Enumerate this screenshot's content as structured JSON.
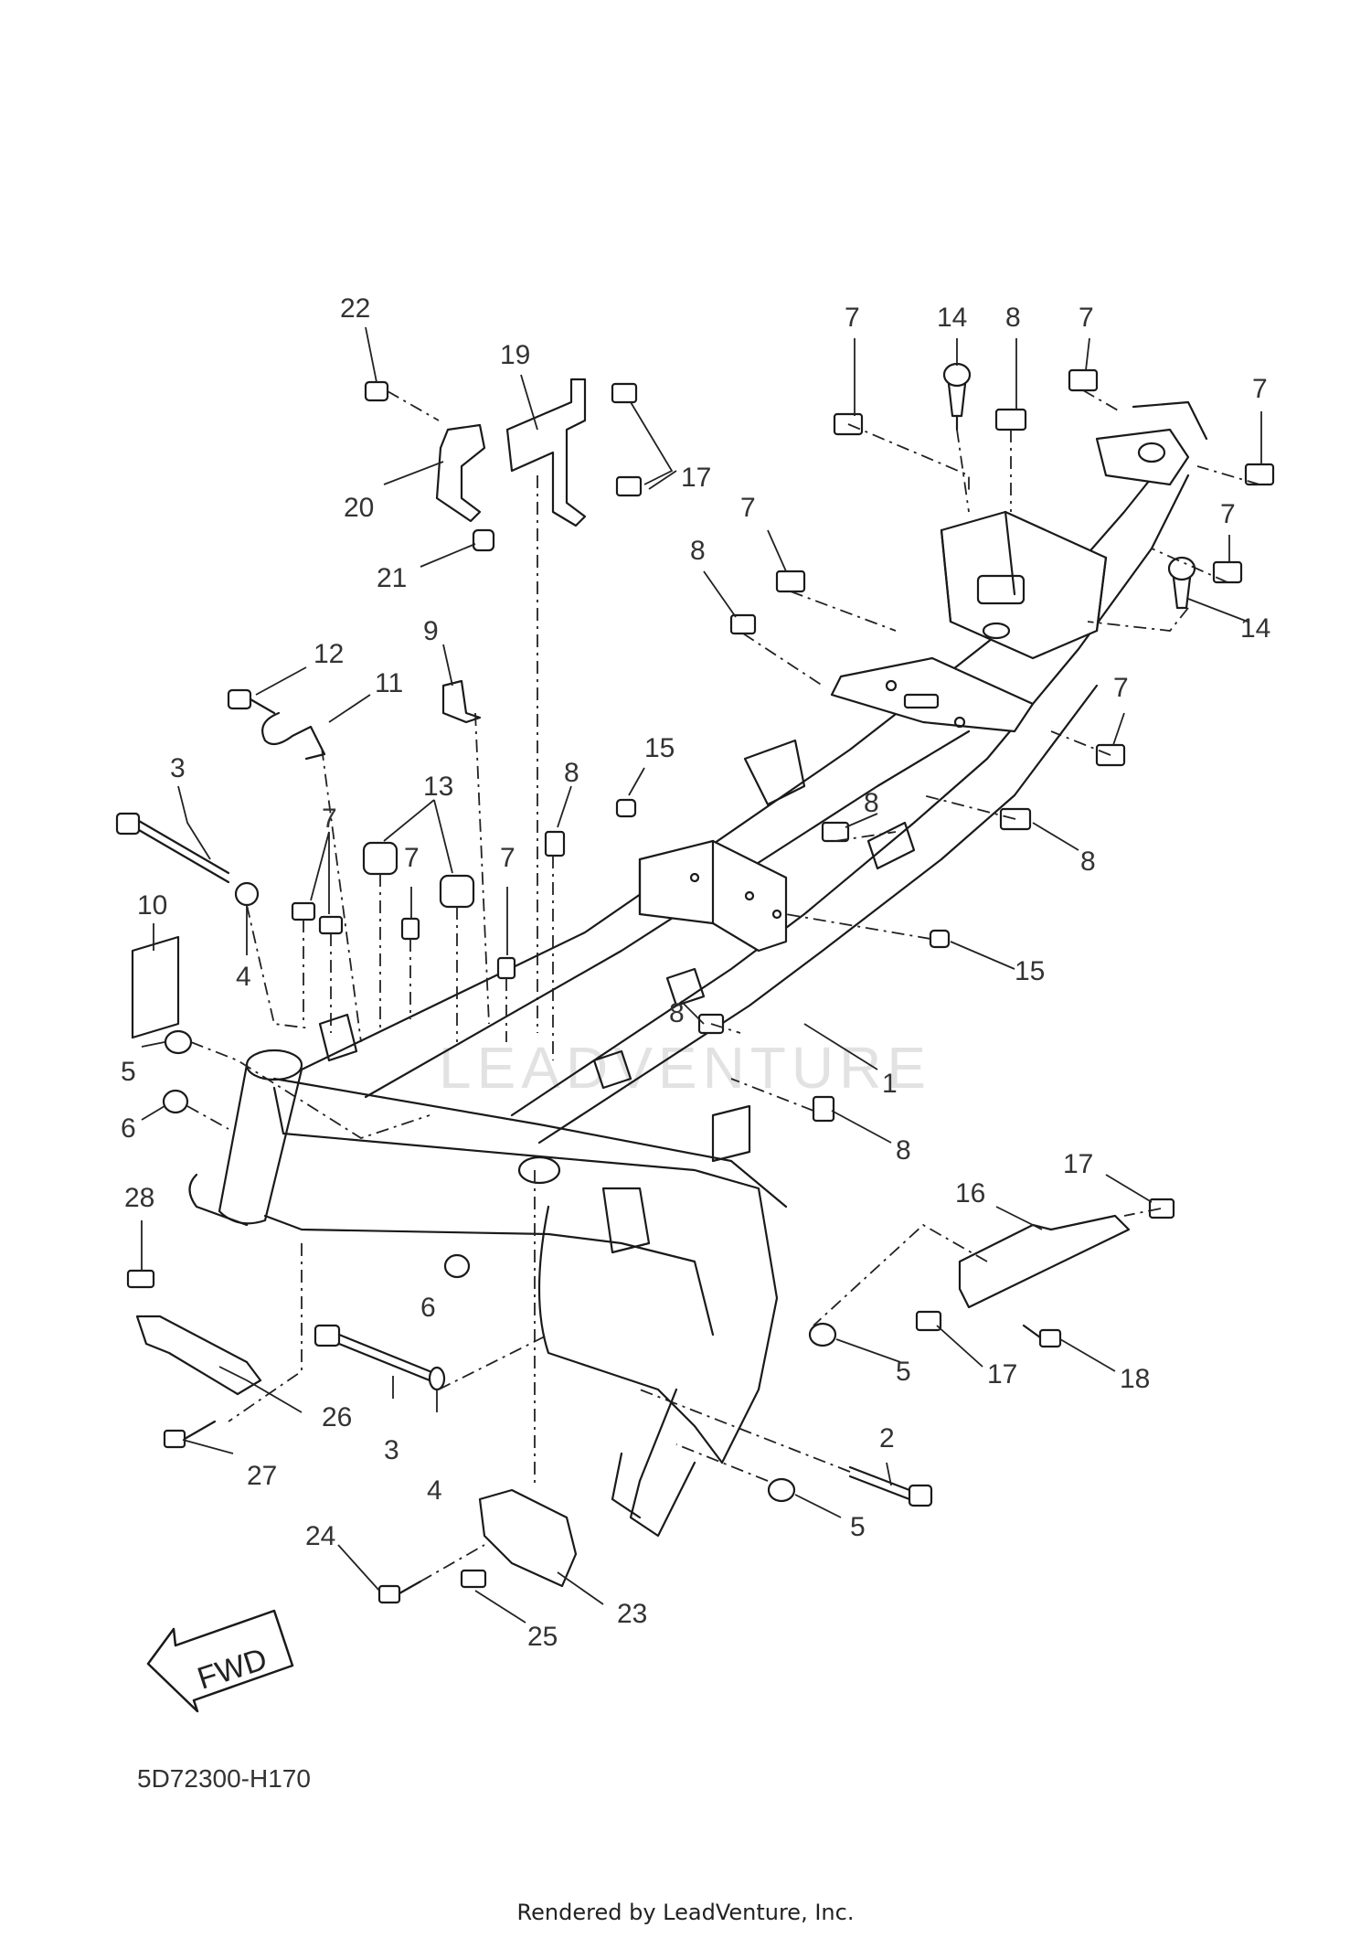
{
  "diagram": {
    "code": "5D72300-H170",
    "credit": "Rendered by LeadVenture, Inc.",
    "watermark": "LEADVENTURE",
    "fwd_label": "FWD",
    "callouts": [
      {
        "id": "c22",
        "text": "22"
      },
      {
        "id": "c19",
        "text": "19"
      },
      {
        "id": "c17a",
        "text": "17"
      },
      {
        "id": "c20",
        "text": "20"
      },
      {
        "id": "c21",
        "text": "21"
      },
      {
        "id": "c9",
        "text": "9"
      },
      {
        "id": "c12",
        "text": "12"
      },
      {
        "id": "c11",
        "text": "11"
      },
      {
        "id": "c3a",
        "text": "3"
      },
      {
        "id": "c13",
        "text": "13"
      },
      {
        "id": "c7a",
        "text": "7"
      },
      {
        "id": "c7b",
        "text": "7"
      },
      {
        "id": "c7c",
        "text": "7"
      },
      {
        "id": "c8a",
        "text": "8"
      },
      {
        "id": "c15a",
        "text": "15"
      },
      {
        "id": "c10",
        "text": "10"
      },
      {
        "id": "c4a",
        "text": "4"
      },
      {
        "id": "c5a",
        "text": "5"
      },
      {
        "id": "c6a",
        "text": "6"
      },
      {
        "id": "c28",
        "text": "28"
      },
      {
        "id": "c6b",
        "text": "6"
      },
      {
        "id": "c26",
        "text": "26"
      },
      {
        "id": "c3b",
        "text": "3"
      },
      {
        "id": "c4b",
        "text": "4"
      },
      {
        "id": "c27",
        "text": "27"
      },
      {
        "id": "c24",
        "text": "24"
      },
      {
        "id": "c23",
        "text": "23"
      },
      {
        "id": "c25",
        "text": "25"
      },
      {
        "id": "c7d",
        "text": "7"
      },
      {
        "id": "c14a",
        "text": "14"
      },
      {
        "id": "c8b",
        "text": "8"
      },
      {
        "id": "c7e",
        "text": "7"
      },
      {
        "id": "c7f",
        "text": "7"
      },
      {
        "id": "c7g",
        "text": "7"
      },
      {
        "id": "c7h",
        "text": "7"
      },
      {
        "id": "c8c",
        "text": "8"
      },
      {
        "id": "c14b",
        "text": "14"
      },
      {
        "id": "c7i",
        "text": "7"
      },
      {
        "id": "c8d",
        "text": "8"
      },
      {
        "id": "c8e",
        "text": "8"
      },
      {
        "id": "c15b",
        "text": "15"
      },
      {
        "id": "c8f",
        "text": "8"
      },
      {
        "id": "c1",
        "text": "1"
      },
      {
        "id": "c8g",
        "text": "8"
      },
      {
        "id": "c17b",
        "text": "17"
      },
      {
        "id": "c16",
        "text": "16"
      },
      {
        "id": "c5b",
        "text": "5"
      },
      {
        "id": "c17c",
        "text": "17"
      },
      {
        "id": "c18",
        "text": "18"
      },
      {
        "id": "c2",
        "text": "2"
      },
      {
        "id": "c5c",
        "text": "5"
      }
    ]
  }
}
